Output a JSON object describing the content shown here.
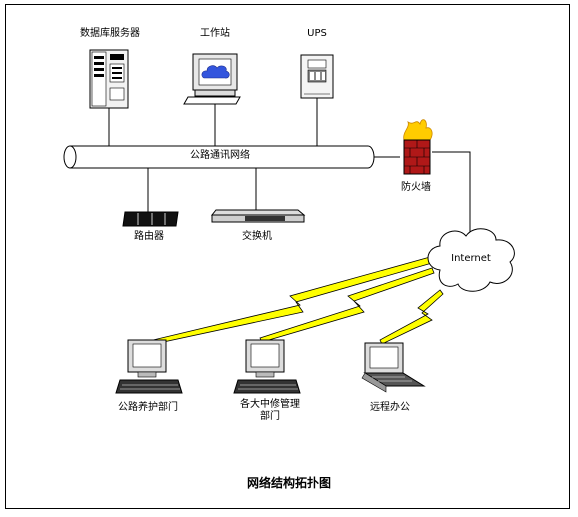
{
  "nodes": {
    "db_server": "数据库服务器",
    "workstation": "工作站",
    "ups": "UPS",
    "backbone": "公路通讯网络",
    "firewall": "防火墙",
    "router": "路由器",
    "switch": "交换机",
    "internet": "Internet",
    "dept_maintenance": "公路养护部门",
    "dept_branch_line1": "各大中修管理",
    "dept_branch_line2": "部门",
    "remote_office": "远程办公"
  },
  "title": "网络结构拓扑图",
  "colors": {
    "lightning": "#ffff00",
    "firewall_brick": "#b01818",
    "firewall_flame": "#ffcc00",
    "screen_cloud": "#3355dd"
  }
}
